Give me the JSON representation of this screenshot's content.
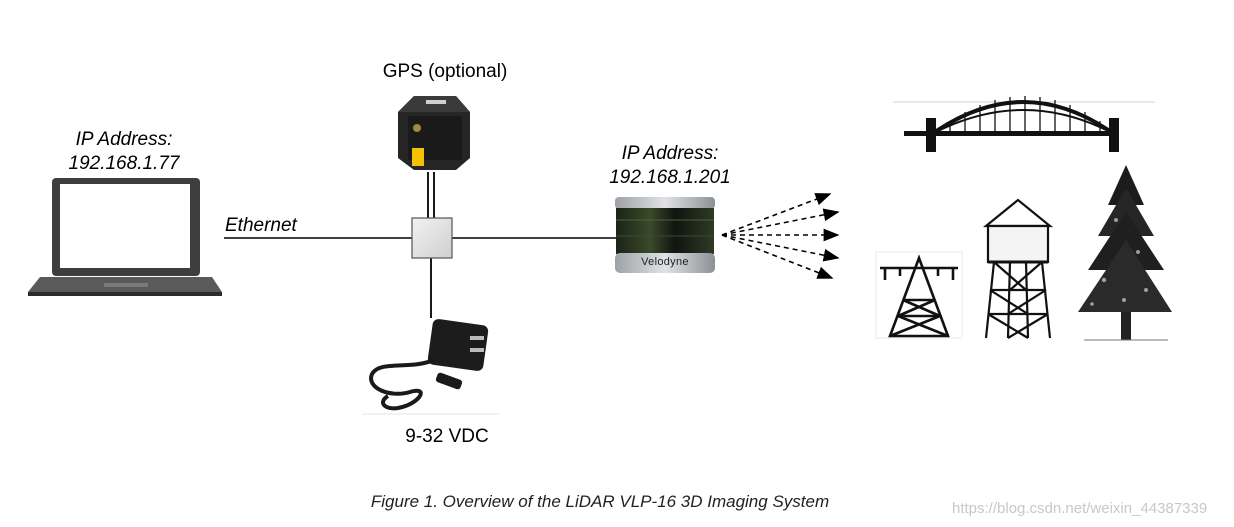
{
  "laptop": {
    "ip_label": "IP Address:",
    "ip_value": "192.168.1.77"
  },
  "connection": {
    "ethernet_label": "Ethernet"
  },
  "gps": {
    "label": "GPS (optional)"
  },
  "power": {
    "label": "9-32 VDC"
  },
  "lidar": {
    "ip_label": "IP Address:",
    "ip_value": "192.168.1.201",
    "brand": "Velodyne"
  },
  "scene": {
    "icons": [
      "bridge-icon",
      "power-tower-icon",
      "water-tower-icon",
      "tree-icon"
    ]
  },
  "caption": "Figure 1. Overview of the LiDAR VLP-16 3D Imaging System",
  "watermark": "https://blog.csdn.net/weixin_44387339",
  "colors": {
    "line": "#000000",
    "laptop_body": "#444444",
    "laptop_screen": "#ffffff",
    "lidar_base": "#b9bcc0",
    "lidar_window": "#1f2a1c",
    "hub": "#e4e4e4"
  }
}
